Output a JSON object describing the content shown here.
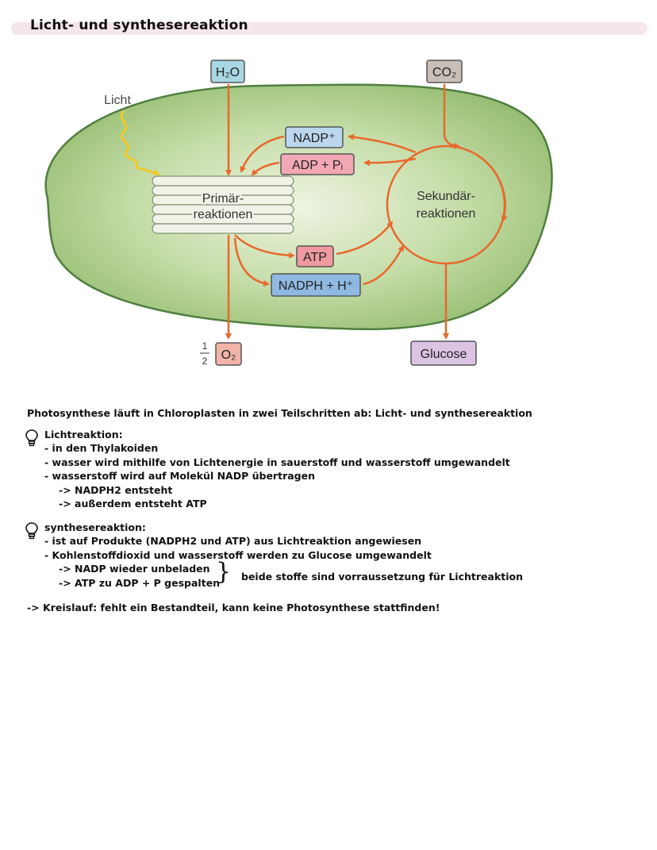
{
  "page": {
    "title": "Licht- und synthesereaktion"
  },
  "diagram": {
    "light_label": "Licht",
    "h2o": "H₂O",
    "co2": "CO₂",
    "nadp": "NADP⁺",
    "adp": "ADP + Pᵢ",
    "primary_line1": "Primär-",
    "primary_line2": "reaktionen",
    "secondary_line1": "Sekundär-",
    "secondary_line2": "reaktionen",
    "atp": "ATP",
    "nadph": "NADPH + H⁺",
    "o2_fraction_num": "1",
    "o2_fraction_den": "2",
    "o2": "O₂",
    "glucose": "Glucose",
    "colors": {
      "arrow": "#e8692c",
      "stroma": "#a9c98a",
      "h2o_box": "#a9d6e3",
      "co2_box": "#c9bfb6",
      "nadp_box": "#bcd6ee",
      "adp_box": "#f2a8b4",
      "atp_box": "#ef9aa0",
      "nadph_box": "#8fb8e2",
      "o2_box": "#f2b4a8",
      "glucose_box": "#dcc3e3",
      "light": "#f2c92a"
    }
  },
  "notes": {
    "intro": "Photosynthese läuft in Chloroplasten in zwei Teilschritten ab: Licht- und synthesereaktion",
    "light": {
      "heading": "Lichtreaktion:",
      "items": [
        "- in den Thylakoiden",
        "- wasser wird mithilfe von Lichtenergie in sauerstoff und wasserstoff umgewandelt",
        "- wasserstoff wird auf Molekül NADP übertragen"
      ],
      "subitems": [
        "-> NADPH2 entsteht",
        "-> außerdem entsteht ATP"
      ]
    },
    "synthesis": {
      "heading": "synthesereaktion:",
      "items": [
        "- ist auf Produkte (NADPH2 und ATP) aus Lichtreaktion angewiesen",
        "- Kohlenstoffdioxid und wasserstoff werden zu Glucose umgewandelt"
      ],
      "subitems": [
        "-> NADP wieder unbeladen",
        "-> ATP zu ADP + P gespalten"
      ],
      "brace_note": "beide stoffe sind vorraussetzung für Lichtreaktion"
    },
    "conclusion": "-> Kreislauf: fehlt ein Bestandteil, kann keine Photosynthese stattfinden!"
  }
}
